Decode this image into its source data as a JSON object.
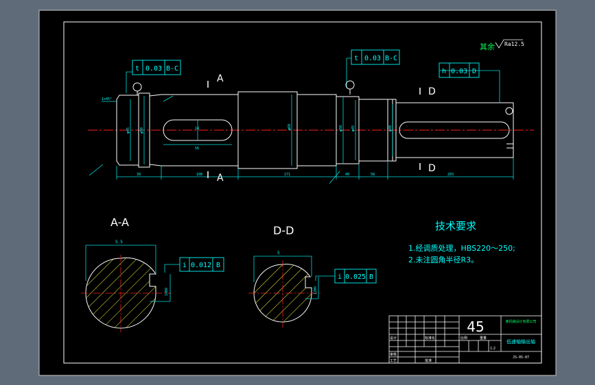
{
  "colors": {
    "background": "#5f6b78",
    "sheet": "#000000",
    "outline": "#ffffff",
    "part": "#ffffff",
    "centerline": "#ff2020",
    "dimension": "#00e0e0",
    "hatch": "#ffff40",
    "text_cyan": "#00ffff",
    "text_green": "#00ff60"
  },
  "icons": [
    "roughness-symbol",
    "datum-circle-marker"
  ],
  "section_labels": {
    "a_top": "A",
    "a_bottom": "A",
    "d_top": "D",
    "d_bottom": "D",
    "section_a": "A-A",
    "section_d": "D-D"
  },
  "roughness": {
    "prefix": "其余",
    "value": "Ra12.5"
  },
  "tolerance_frames": [
    {
      "symbol": "t",
      "value": "0.03",
      "datum": "B-C"
    },
    {
      "symbol": "t",
      "value": "0.03",
      "datum": "B-C"
    },
    {
      "symbol": "h",
      "value": "0.03",
      "datum": "D"
    },
    {
      "symbol": "i",
      "value": "0.012",
      "datum": "B"
    },
    {
      "symbol": "i",
      "value": "0.025",
      "datum": "B"
    }
  ],
  "small_dims": {
    "chamfer": "1x45°",
    "d1": "φ45",
    "d2": "φ50",
    "d3": "φ60",
    "d4": "φ50",
    "d5": "φ45",
    "d6": "φ40",
    "keyway1": "14",
    "keyway2": "56",
    "len1": "39",
    "len2": "108",
    "len3": "171",
    "len4": "40",
    "len5": "58",
    "len6": "203",
    "sec_a_width": "14N9",
    "sec_a_depth": "5.5",
    "sec_d_width": "12N9",
    "sec_d_depth": "5"
  },
  "tech_req": {
    "title": "技术要求",
    "line1": "1.经调质处理，HBS220～250;",
    "line2": "2.未注圆角半径R3。"
  },
  "title_block": {
    "material": "45",
    "company": "某机械设计有限公司",
    "part_name": "低速轴输出轴",
    "drawing_no": "JS-05-07",
    "labels": [
      "设计",
      "审核",
      "工艺",
      "标准化",
      "批准",
      "比例",
      "重量",
      "1:2"
    ]
  }
}
